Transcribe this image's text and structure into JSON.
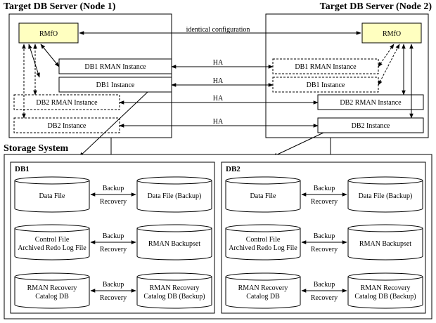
{
  "nodes": {
    "node1_title": "Target DB Server (Node 1)",
    "node2_title": "Target DB Server (Node 2)",
    "rmfo_label": "RMfO",
    "identical_config_label": "identical configuration",
    "db1_rman_instance": "DB1 RMAN Instance",
    "db1_instance": "DB1 Instance",
    "db2_rman_instance": "DB2 RMAN Instance",
    "db2_instance": "DB2 Instance",
    "ha_label": "HA"
  },
  "storage": {
    "title": "Storage System",
    "groups": [
      {
        "name": "DB1",
        "rows": [
          {
            "left": [
              "Data File"
            ],
            "right": [
              "Data File (Backup)"
            ],
            "top": "Backup",
            "bottom": "Recovery"
          },
          {
            "left": [
              "Control File",
              "Archived Redo Log File"
            ],
            "right": [
              "RMAN Backupset"
            ],
            "top": "Backup",
            "bottom": "Recovery"
          },
          {
            "left": [
              "RMAN Recovery",
              "Catalog DB"
            ],
            "right": [
              "RMAN Recovery",
              "Catalog DB (Backup)"
            ],
            "top": "Backup",
            "bottom": "Recovery"
          }
        ]
      },
      {
        "name": "DB2",
        "rows": [
          {
            "left": [
              "Data File"
            ],
            "right": [
              "Data File (Backup)"
            ],
            "top": "Backup",
            "bottom": "Recovery"
          },
          {
            "left": [
              "Control File",
              "Archived Redo Log File"
            ],
            "right": [
              "RMAN Backupset"
            ],
            "top": "Backup",
            "bottom": "Recovery"
          },
          {
            "left": [
              "RMAN Recovery",
              "Catalog DB"
            ],
            "right": [
              "RMAN Recovery",
              "Catalog DB (Backup)"
            ],
            "top": "Backup",
            "bottom": "Recovery"
          }
        ]
      }
    ]
  }
}
